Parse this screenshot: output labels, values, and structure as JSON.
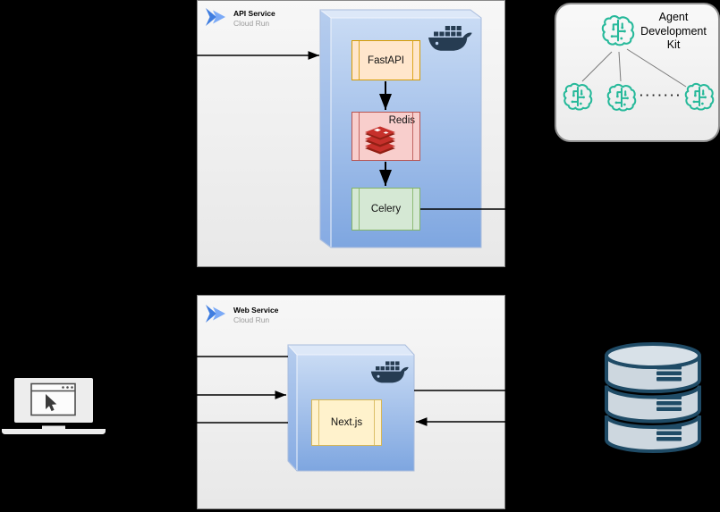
{
  "api_service": {
    "title": "API Service",
    "subtitle": "Cloud Run",
    "fastapi_label": "FastAPI",
    "redis_label": "Redis",
    "celery_label": "Celery"
  },
  "web_service": {
    "title": "Web Service",
    "subtitle": "Cloud Run",
    "nextjs_label": "Next.js"
  },
  "adk": {
    "title_line1": "Agent",
    "title_line2": "Development",
    "title_line3": "Kit",
    "ellipsis": "·······"
  },
  "icons": {
    "cloud_run": "cloud-run-icon",
    "docker": "docker-whale-icon",
    "redis": "redis-stack-icon",
    "brain": "ai-brain-circuit-icon",
    "laptop": "laptop-browser-icon",
    "database": "database-cylinder-icon"
  },
  "colors": {
    "background": "#000000",
    "service_box_fill": "#f5f5f5",
    "service_box_border": "#8a8a8a",
    "cube_front_top": "#c9dbf4",
    "cube_front_bottom": "#7ea6e0",
    "fastapi_fill": "#ffe6cc",
    "fastapi_border": "#d79b00",
    "redis_fill": "#f8cecc",
    "redis_border": "#b85450",
    "celery_fill": "#d5e8d4",
    "celery_border": "#82b366",
    "nextjs_fill": "#fff2cc",
    "nextjs_border": "#d6b656",
    "docker_icon": "#263c52",
    "brain_icon": "#26b99a",
    "database_outline": "#1f4b66",
    "database_fill": "#cdd7df",
    "cloud_run_dark_blue": "#3f7de0",
    "cloud_run_light_blue": "#7baaf7",
    "arrow": "#000000"
  }
}
